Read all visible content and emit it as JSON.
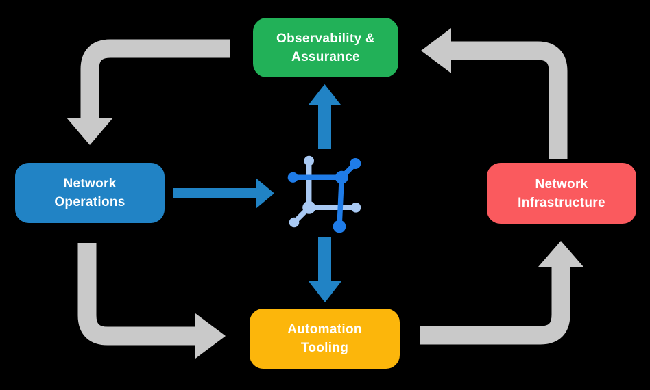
{
  "diagram": {
    "background_color": "#000000",
    "nodes": [
      {
        "id": "observability-assurance",
        "label": "Observability &\nAssurance",
        "color": "#22b158",
        "text_color": "#ffffff",
        "position": "top"
      },
      {
        "id": "network-operations",
        "label": "Network\nOperations",
        "color": "#2183c5",
        "text_color": "#ffffff",
        "position": "left"
      },
      {
        "id": "network-infrastructure",
        "label": "Network\nInfrastructure",
        "color": "#fa5a5e",
        "text_color": "#ffffff",
        "position": "right"
      },
      {
        "id": "automation-tooling",
        "label": "Automation\nTooling",
        "color": "#fcb60b",
        "text_color": "#ffffff",
        "position": "bottom"
      }
    ],
    "center_icon": {
      "name": "network-mesh-icon",
      "color_dark": "#1f7ce8",
      "color_light": "#a9c9f3"
    },
    "arrows": {
      "gray_color": "#c9c9c9",
      "blue_color": "#2183c5",
      "flows": [
        {
          "from": "observability-assurance",
          "to": "network-operations",
          "style": "gray"
        },
        {
          "from": "network-operations",
          "to": "automation-tooling",
          "style": "gray"
        },
        {
          "from": "automation-tooling",
          "to": "network-infrastructure",
          "style": "gray"
        },
        {
          "from": "network-infrastructure",
          "to": "observability-assurance",
          "style": "gray"
        },
        {
          "from": "network-operations",
          "to": "center-icon",
          "style": "blue"
        },
        {
          "from": "center-icon",
          "to": "observability-assurance",
          "style": "blue"
        },
        {
          "from": "center-icon",
          "to": "automation-tooling",
          "style": "blue"
        }
      ]
    }
  }
}
